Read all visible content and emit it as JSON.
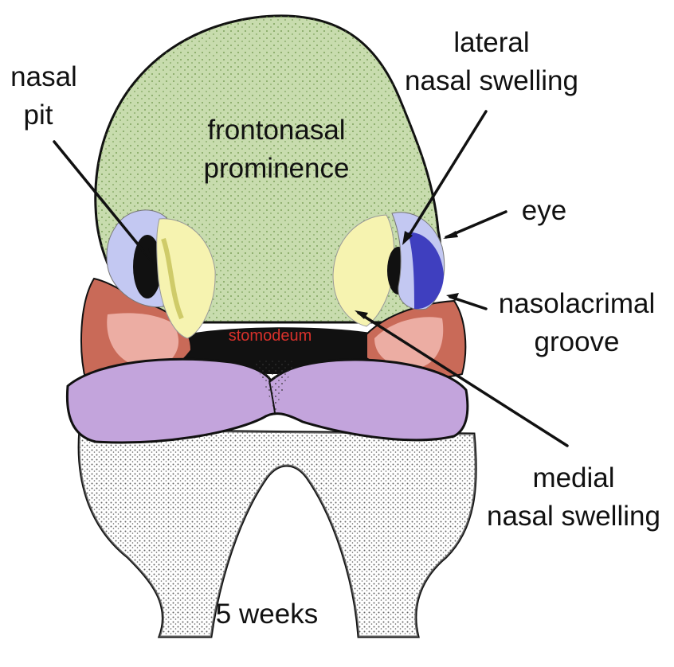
{
  "labels": {
    "frontonasal_1": "frontonasal",
    "frontonasal_2": "prominence",
    "nasal_pit_1": "nasal",
    "nasal_pit_2": "pit",
    "lateral_1": "lateral",
    "lateral_2": "nasal swelling",
    "eye": "eye",
    "nasolacrimal_1": "nasolacrimal",
    "nasolacrimal_2": "groove",
    "stomodeum": "stomodeum",
    "medial_1": "medial",
    "medial_2": "nasal swelling",
    "caption": "5 weeks"
  },
  "colors": {
    "frontonasal": "#c8dcae",
    "lateral_nasal": "#f6f3b0",
    "eye": "#3f3fbf",
    "eye_ring": "#c3c8f2",
    "maxillary": "#c96a58",
    "maxillary_light": "#f2b8b0",
    "mandibular": "#c3a4dc",
    "stomodeum_text": "#d8312b",
    "outline": "#111111",
    "stipple": "#5a7a3a"
  }
}
